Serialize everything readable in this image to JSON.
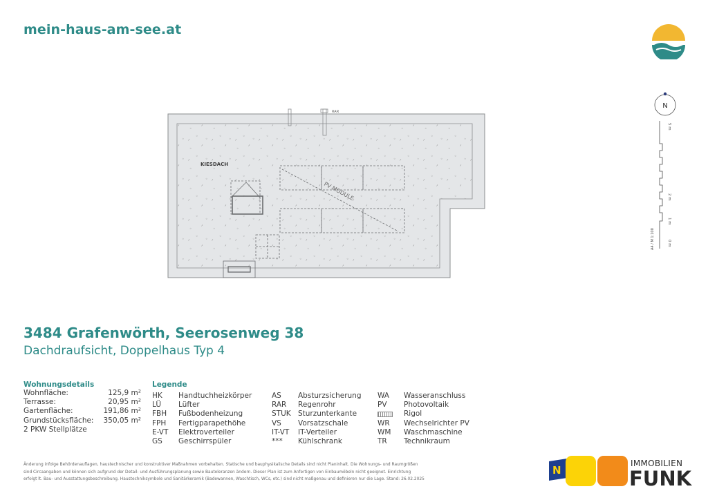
{
  "header": {
    "site_url": "mein-haus-am-see.at"
  },
  "plan": {
    "label_roof": "KIESDACH",
    "label_pv": "PV MODULE",
    "label_rar": "RAR",
    "north_label": "N",
    "scale": {
      "ticks": [
        "5 m",
        "2 m",
        "1 m",
        "0 m"
      ],
      "ratio": "A4 / M 1:100"
    }
  },
  "title": {
    "address": "3484 Grafenwörth, Seerosenweg 38",
    "subtitle": "Dachdraufsicht, Doppelhaus Typ 4"
  },
  "details": {
    "heading": "Wohnungsdetails",
    "rows": [
      {
        "label": "Wohnfläche:",
        "value": "125,9 m²"
      },
      {
        "label": "Terrasse:",
        "value": "20,95 m²"
      },
      {
        "label": "Gartenfläche:",
        "value": "191,86 m²"
      },
      {
        "label": "Grundstücksfläche:",
        "value": "350,05 m²"
      },
      {
        "label": "2 PKW Stellplätze",
        "value": ""
      }
    ]
  },
  "legend": {
    "heading": "Legende",
    "col1": [
      {
        "abbr": "HK",
        "text": "Handtuchheizkörper"
      },
      {
        "abbr": "LÜ",
        "text": "Lüfter"
      },
      {
        "abbr": "FBH",
        "text": "Fußbodenheizung"
      },
      {
        "abbr": "FPH",
        "text": "Fertigparapethöhe"
      },
      {
        "abbr": "E-VT",
        "text": "Elektroverteiler"
      },
      {
        "abbr": "GS",
        "text": "Geschirrspüler"
      }
    ],
    "col2": [
      {
        "abbr": "AS",
        "text": "Absturzsicherung"
      },
      {
        "abbr": "RAR",
        "text": "Regenrohr"
      },
      {
        "abbr": "STUK",
        "text": "Sturzunterkante"
      },
      {
        "abbr": "VS",
        "text": "Vorsatzschale"
      },
      {
        "abbr": "IT-VT",
        "text": "IT-Verteiler"
      },
      {
        "abbr": "***",
        "text": "Kühlschrank"
      }
    ],
    "col3": [
      {
        "abbr": "WA",
        "text": "Wasseranschluss"
      },
      {
        "abbr": "PV",
        "text": "Photovoltaik"
      },
      {
        "abbr": "",
        "text": "Rigol"
      },
      {
        "abbr": "WR",
        "text": "Wechselrichter PV"
      },
      {
        "abbr": "WM",
        "text": "Waschmaschine"
      },
      {
        "abbr": "TR",
        "text": "Technikraum"
      }
    ]
  },
  "footnote": {
    "line1": "Änderung infolge Behördenauflagen, haustechnischer und konstruktiver Maßnahmen vorbehalten. Statische und bauphysikalische Details sind nicht Planinhalt. Die Wohnungs- und Raumgrößen",
    "line2": "sind Circaangaben und können sich aufgrund der Detail- und Ausführungsplanung sowie Bautoleranzen ändern. Dieser Plan ist zum Anfertigen von Einbaumöbeln nicht geeignet. Einrichtung",
    "line3": "erfolgt lt. Bau- und Ausstattungsbeschreibung. Haustechniksymbole und Sanitärkeramik (Badewannen, Waschtisch, WCs, etc.) sind nicht maßgenau und definieren nur die Lage. Stand: 26.02.2025"
  },
  "brand": {
    "name_top": "IMMOBILIEN",
    "name_bottom": "FUNK",
    "badge": "N"
  },
  "colors": {
    "accent": "#2e8b88",
    "logo_sun": "#f2b731",
    "funk_yellow": "#fcd307",
    "funk_orange": "#f28b1a",
    "badge_blue": "#1d3f8f"
  }
}
